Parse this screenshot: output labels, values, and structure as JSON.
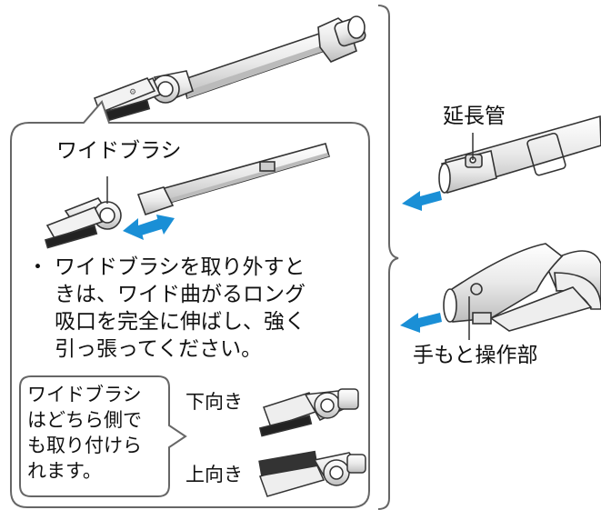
{
  "labels": {
    "wide_brush": "ワイドブラシ",
    "extension_pipe": "延長管",
    "hand_control": "手もと操作部",
    "downward": "下向き",
    "upward": "上向き"
  },
  "note": {
    "bullet": "・",
    "lines": [
      "ワイドブラシを取り外すと",
      "きは、ワイド曲がるロング",
      "吸口を完全に伸ばし、強く",
      "引っ張ってください。"
    ]
  },
  "bubble": {
    "lines": [
      "ワイドブラシ",
      "はどちら側で",
      "も取り付けら",
      "れます。"
    ]
  },
  "colors": {
    "outline": "#333333",
    "arrow_blue": "#1a8fd6",
    "box_stroke": "#666666",
    "part_fill": "#e6e6e6",
    "brush_dark": "#222222"
  }
}
